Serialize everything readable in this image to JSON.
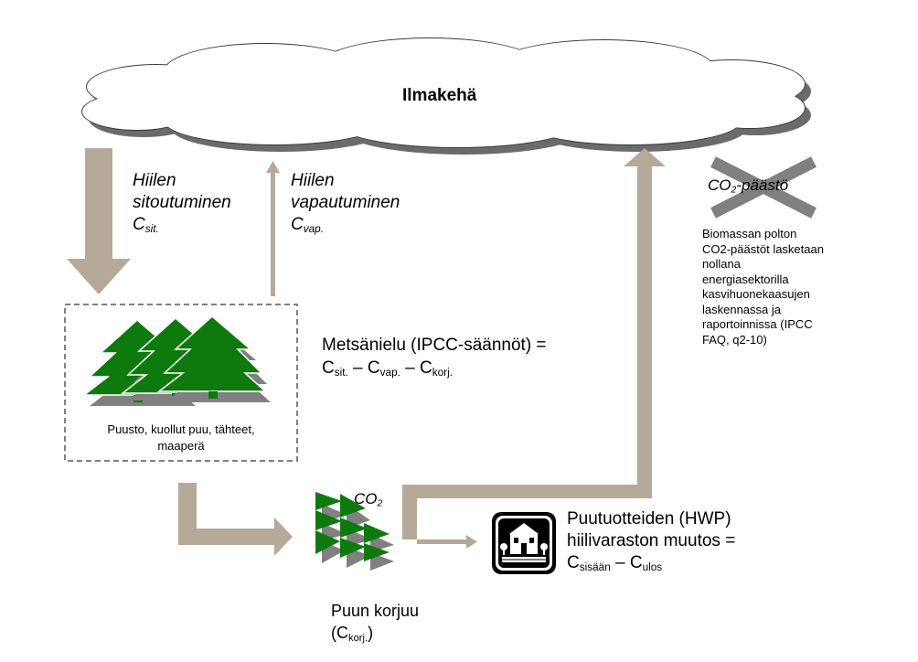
{
  "atmosphere": {
    "label": "Ilmakehä"
  },
  "sequestration": {
    "line1": "Hiilen",
    "line2": "sitoutuminen",
    "symbol": "C",
    "symbol_sub": "sit."
  },
  "release": {
    "line1": "Hiilen",
    "line2": "vapautuminen",
    "symbol": "C",
    "symbol_sub": "vap."
  },
  "forest_box": {
    "caption_line1": "Puusto, kuollut puu, tähteet,",
    "caption_line2": "maaperä"
  },
  "forest_sink": {
    "title": "Metsänielu (IPCC-säännöt) =",
    "c1": "C",
    "c1_sub": "sit.",
    "minus1": " – ",
    "c2": "C",
    "c2_sub": "vap.",
    "minus2": " – ",
    "c3": "C",
    "c3_sub": "korj."
  },
  "co2_emission": {
    "label_co": "CO",
    "label_sub": "2",
    "label_rest": "-päästö",
    "crossed_out": true
  },
  "biomass_note": {
    "lines": [
      "Biomassan polton",
      "CO2-päästöt lasketaan",
      "nollana",
      "energiasektorilla",
      "kasvihuonekaasujen",
      "laskennassa ja",
      "raportoinnissa (IPCC",
      "FAQ, q2-10)"
    ]
  },
  "harvest": {
    "co2_label": "CO",
    "co2_sub": "2",
    "line1": "Puun korjuu",
    "line2_open": "(C",
    "line2_sub": "korj.",
    "line2_close": ")"
  },
  "hwp": {
    "line1": "Puutuotteiden (HWP)",
    "line2": "hiilivaraston muutos =",
    "c_in": "C",
    "c_in_sub": "sisään",
    "minus": " – ",
    "c_out": "C",
    "c_out_sub": "ulos"
  },
  "colors": {
    "arrow": "#b5aa9a",
    "tree_green": "#0e7a0e",
    "tree_shadow": "#808080",
    "cloud_shadow": "#6b6b6b",
    "cross": "#808080",
    "box_border": "#808080"
  }
}
